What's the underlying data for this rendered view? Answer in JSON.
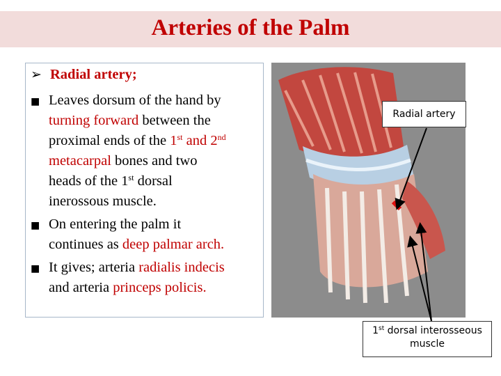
{
  "title": "Arteries of the Palm",
  "text_panel": {
    "heading": "Radial artery;",
    "bullet1": {
      "l1": "Leaves dorsum of the hand by",
      "l2_red": "turning forward",
      "l2_rest": " between the",
      "l3_a": "proximal ends of the ",
      "l3_b": "1",
      "l3_sup1": "st",
      "l3_c": " and ",
      "l3_d": "2",
      "l3_sup2": "nd",
      "l4_red": "metacarpal",
      "l4_rest": " bones and two",
      "l5_a": "heads of the 1",
      "l5_sup": "st",
      "l5_b": " dorsal",
      "l6": "inerossous muscle."
    },
    "bullet2": {
      "l1": "On entering the palm it",
      "l2_a": "continues as ",
      "l2_red": "deep palmar arch."
    },
    "bullet3": {
      "l1_a": "It gives; arteria ",
      "l1_red": "radialis indecis",
      "l2_a": "and arteria ",
      "l2_red": "princeps policis."
    }
  },
  "figure": {
    "label_radial": "Radial artery",
    "label_muscle_a": "1",
    "label_muscle_sup": "st",
    "label_muscle_b": " dorsal interosseous",
    "label_muscle_c": "muscle"
  },
  "colors": {
    "accent": "#c00000",
    "title_bar": "#f2dcdb",
    "panel_border": "#a7b7c9"
  }
}
